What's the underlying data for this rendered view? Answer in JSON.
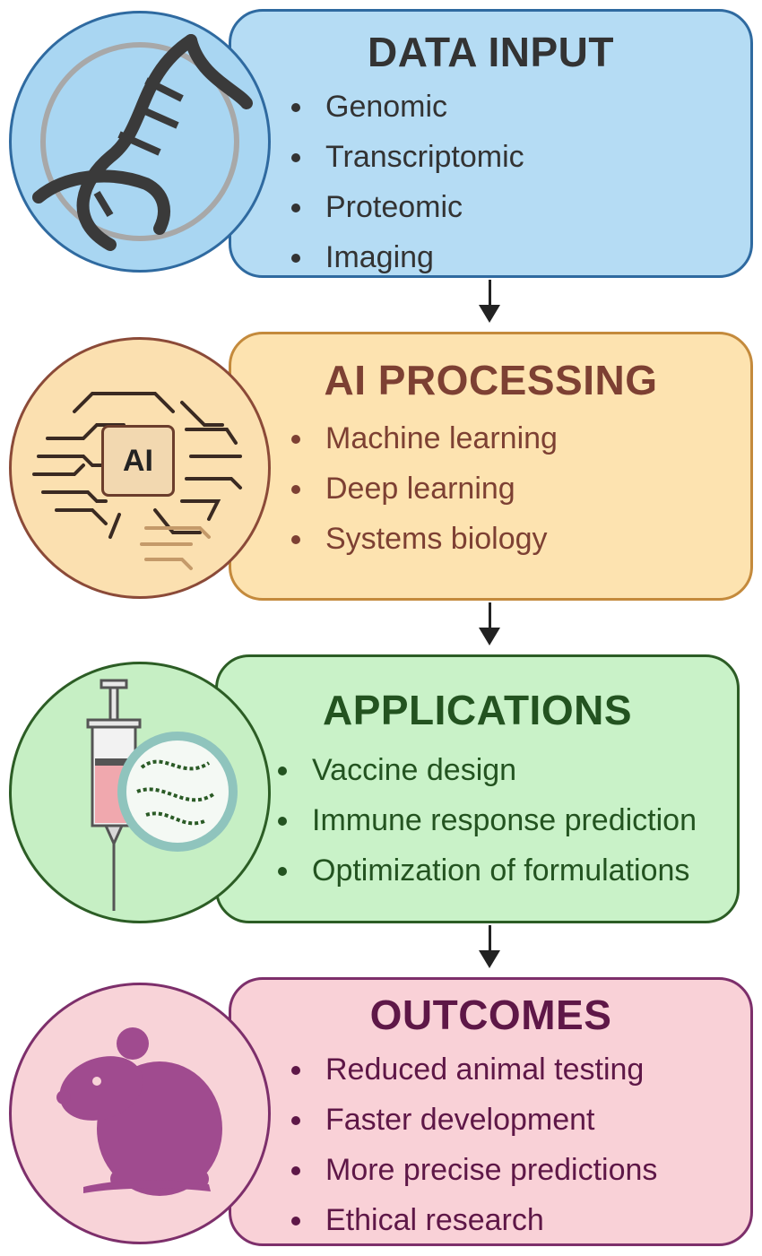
{
  "sections": [
    {
      "title": "DATA INPUT",
      "items": [
        "Genomic",
        "Transcriptomic",
        "Proteomic",
        "Imaging"
      ],
      "icon": "dna-icon",
      "colors": {
        "fill": "#b5dcf4",
        "border": "#2f6aa0",
        "text": "#333333"
      }
    },
    {
      "title": "AI PROCESSING",
      "items": [
        "Machine learning",
        "Deep learning",
        "Systems biology"
      ],
      "icon": "ai-brain-icon",
      "icon_label": "AI",
      "colors": {
        "fill": "#fde3b0",
        "border": "#c48a3c",
        "text": "#7d4033"
      }
    },
    {
      "title": "APPLICATIONS",
      "items": [
        "Vaccine design",
        "Immune response prediction",
        "Optimization of formulations"
      ],
      "icon": "syringe-virus-icon",
      "colors": {
        "fill": "#c9f2c8",
        "border": "#2c5d25",
        "text": "#235320"
      }
    },
    {
      "title": "OUTCOMES",
      "items": [
        "Reduced animal testing",
        "Faster development",
        "More precise predictions",
        "Ethical research"
      ],
      "icon": "mouse-icon",
      "colors": {
        "fill": "#f9d1d7",
        "border": "#7d2f6b",
        "text": "#5e1747"
      }
    }
  ]
}
